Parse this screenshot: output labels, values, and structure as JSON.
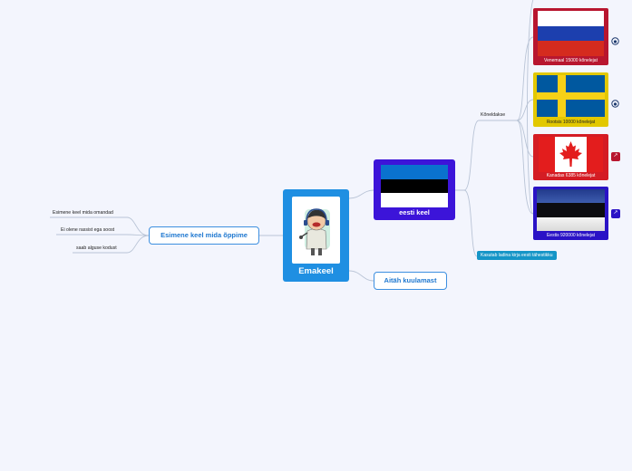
{
  "central": {
    "label": "Emakeel",
    "icon": "boy-with-headphones-and-microphone"
  },
  "left_topic": {
    "label": "Esimene keel mida õppime",
    "leaves": [
      "Esimene keel mida omandad",
      "Ei olene rassist ega soost",
      "saab alguse kodust"
    ]
  },
  "right_topics": {
    "eesti_keel": {
      "label": "eesti keel",
      "flag": "estonia-flag"
    },
    "aitah": {
      "label": "Aitäh kuulamast"
    }
  },
  "koneldakse_label": "Kõneldakse",
  "latin_chip": "Kasutab ladina kirja eesti tähestikku",
  "countries": [
    {
      "caption": "Venemaal 15000  kõnelejat",
      "flag": "russia-flag",
      "border": "#b8162f",
      "side_icon": "wikipedia-icon"
    },
    {
      "caption": "Rootsis 10000 kõnelejat",
      "flag": "sweden-flag",
      "border": "#e2c800",
      "side_icon": "wikipedia-icon"
    },
    {
      "caption": "Kanadas 6385 kõnelejat",
      "flag": "canada-flag",
      "border": "#d41c24",
      "side_icon": "external-link-icon"
    },
    {
      "caption": "Eestis 920000 kõnelejat",
      "flag": "estonia-flag",
      "border": "#2a13c6",
      "side_icon": "external-link-icon"
    }
  ],
  "colors": {
    "background": "#f3f5fd",
    "central": "#1f8fe2",
    "eesti_node": "#3c14d9",
    "topic_border": "#3d8fe0",
    "chip": "#1595c7",
    "lines": "#b9c4d6"
  }
}
